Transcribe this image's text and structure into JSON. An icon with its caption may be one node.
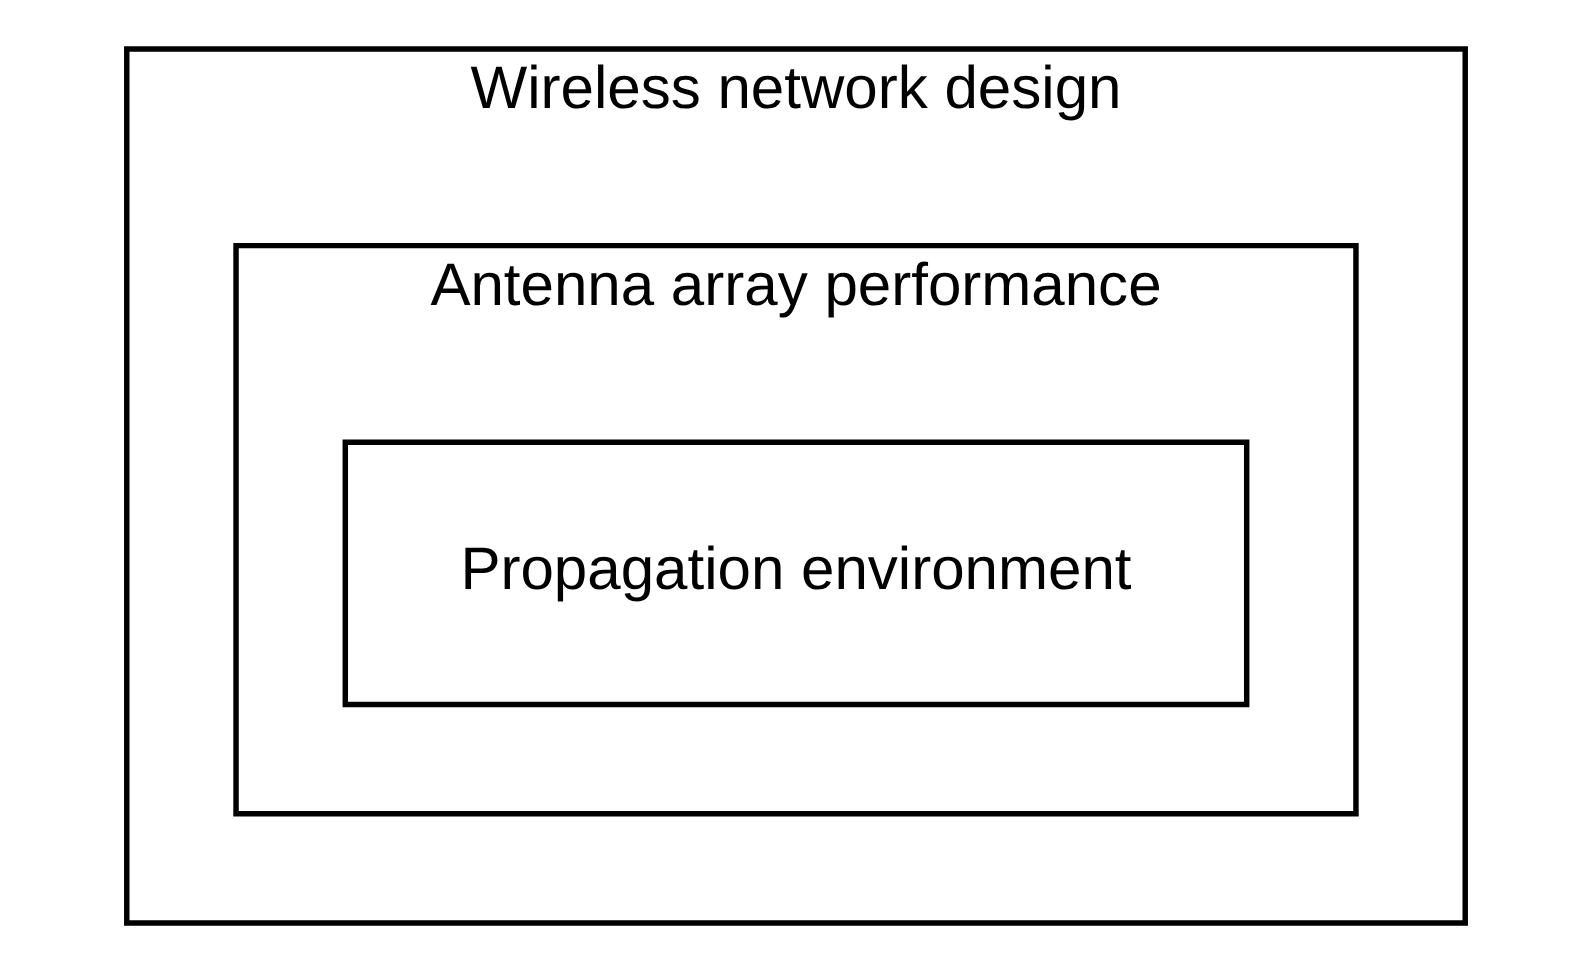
{
  "diagram": {
    "nodes": [
      {
        "text": [
          "Wireless network design"
        ]
      },
      {
        "text": [
          "Antenna array performance"
        ],
        "in": 0
      },
      {
        "text": [
          "Propagation environment"
        ],
        "in": 1
      }
    ]
  }
}
